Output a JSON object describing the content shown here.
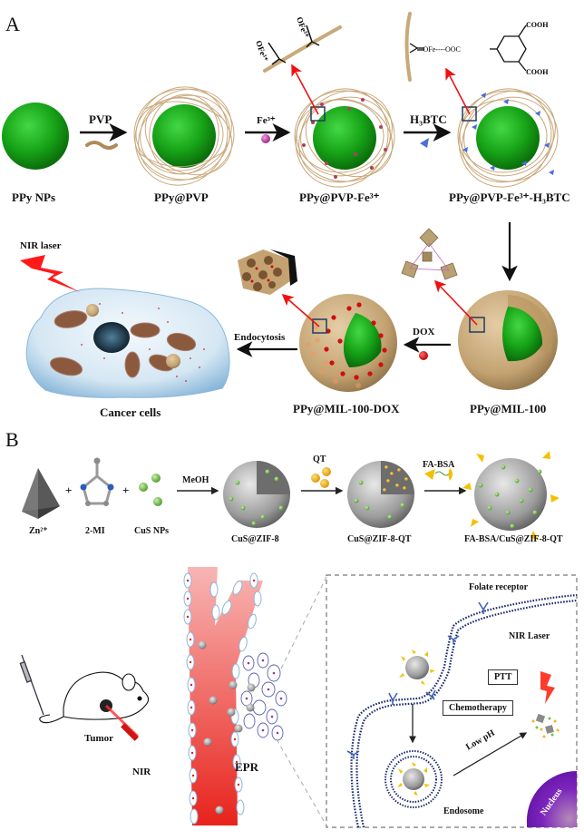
{
  "panels": {
    "A": {
      "letter": "A",
      "nodes": {
        "ppy_nps": "PPy NPs",
        "ppy_pvp": "PPy@PVP",
        "ppy_pvp_fe": "PPy@PVP-Fe³⁺",
        "ppy_pvp_fe_h3btc": "PPy@PVP-Fe³⁺-H₃BTC",
        "ppy_mil100": "PPy@MIL-100",
        "ppy_mil100_dox": "PPy@MIL-100-DOX",
        "cancer_cells": "Cancer cells"
      },
      "reagents": {
        "pvp": "PVP",
        "fe": "Fe³⁺",
        "h3btc": "H₃BTC",
        "dox": "DOX",
        "endocytosis": "Endocytosis",
        "nir_laser": "NIR laser"
      },
      "chem": {
        "ofe_left_1": "OFe³⁺",
        "ofe_left_2": "OFe³⁺",
        "ofe_bridge": "=OFe----OOC",
        "cooh_top": "COOH",
        "cooh_bottom": "COOH"
      },
      "colors": {
        "ppy_green": "#1fa81f",
        "pvp_tan": "#c9a97a",
        "fe_magenta": "#c0399a",
        "h3btc_blue": "#4a6fd6",
        "dox_red": "#d11414",
        "arrow_red": "#ee1111",
        "mil_tan": "#c7a87c",
        "laser_red": "#ff1a1a",
        "cell_blue": "#b9d6ea"
      }
    },
    "B": {
      "letter": "B",
      "synthesis": {
        "zn": "Zn²⁺",
        "two_mi": "2-MI",
        "cus_nps": "CuS NPs",
        "meoh": "MeOH",
        "cus_zif8": "CuS@ZIF-8",
        "qt": "QT",
        "cus_zif8_qt": "CuS@ZIF-8-QT",
        "fa_bsa": "FA-BSA",
        "final": "FA-BSA/CuS@ZIF-8-QT",
        "plus": "+"
      },
      "in_vivo": {
        "tumor": "Tumor",
        "nir": "NIR",
        "epr": "EPR"
      },
      "cellular": {
        "folate_receptor": "Folate receptor",
        "nir_laser": "NIR Laser",
        "ptt": "PTT",
        "chemotherapy": "Chemotherapy",
        "low_ph": "Low pH",
        "endosome": "Endosome",
        "nucleus": "Nucleus"
      },
      "colors": {
        "zif_gray": "#8a8a8a",
        "cus_green": "#6fc24a",
        "qt_yellow": "#f2b619",
        "fa_yellow": "#f5c000",
        "vessel_red": "#ee3b33",
        "membrane_navy": "#1b2a6e",
        "receptor_blue": "#3e62b8",
        "nucleus_purple": "#7a22b8",
        "tumor_purple": "#8a3ab0"
      }
    }
  }
}
